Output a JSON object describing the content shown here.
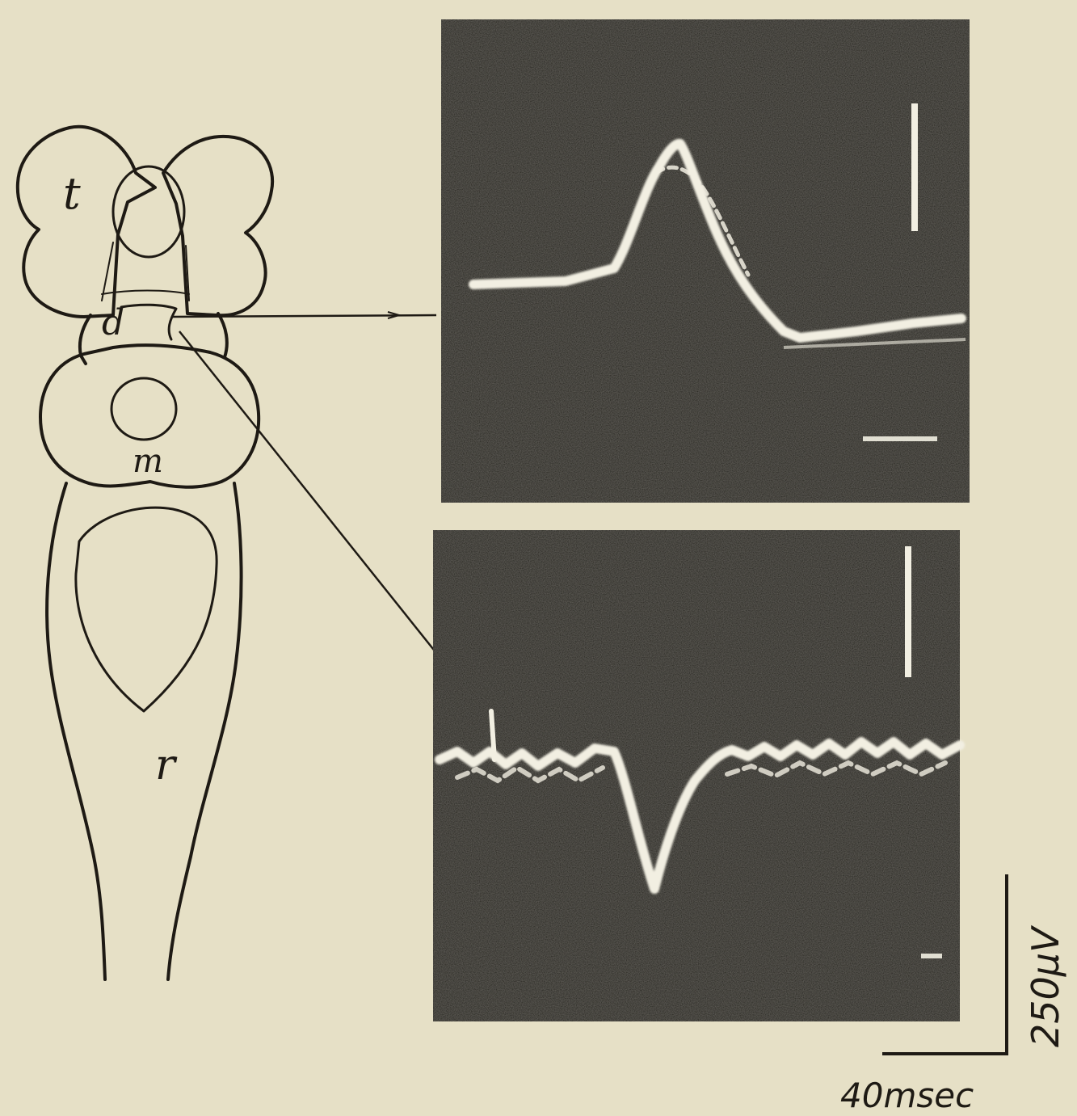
{
  "labels": {
    "tectum": "t",
    "diencephalon": "d",
    "mesencephalon": "m",
    "rhombencephalon": "r"
  },
  "scale": {
    "voltage": "250μV",
    "time": "40msec"
  },
  "colors": {
    "paper": "#e6e0c6",
    "ink": "#1e1a14",
    "screen": "#141210",
    "trace": "#f2efe2"
  }
}
